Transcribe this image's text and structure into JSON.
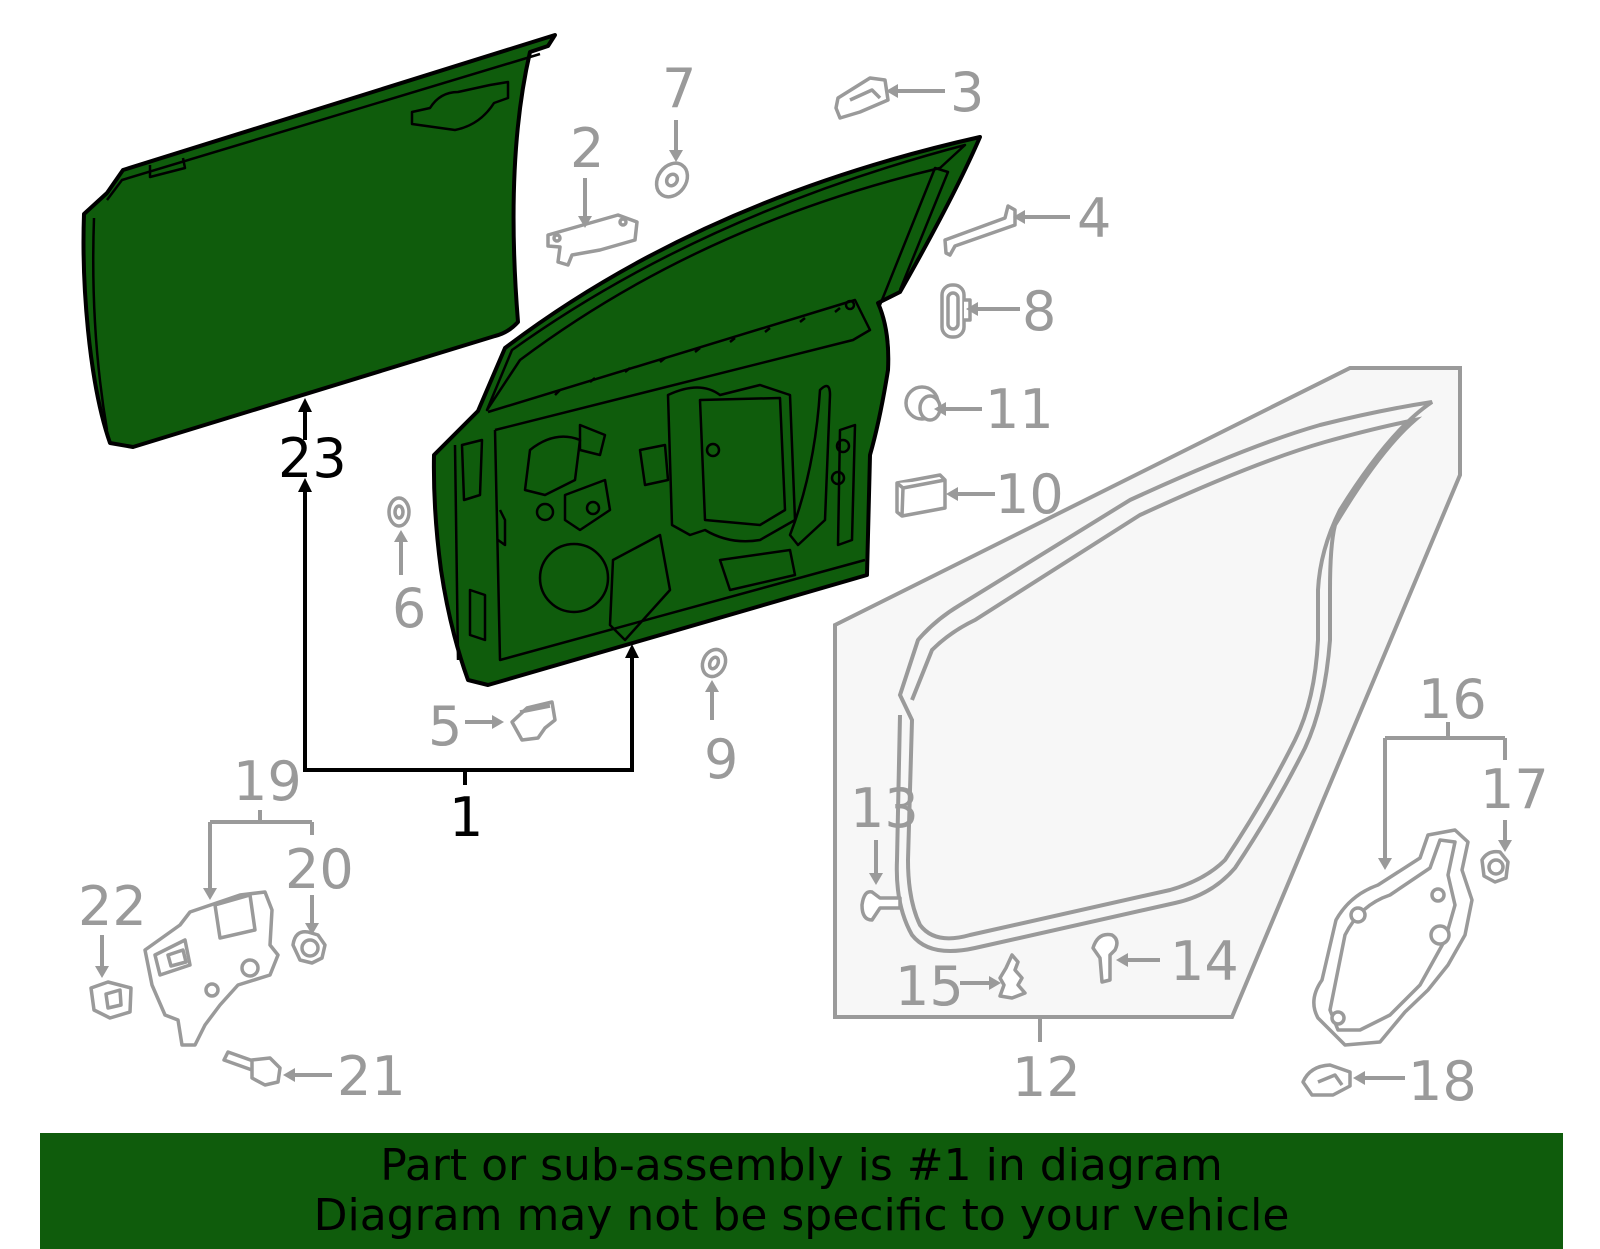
{
  "diagram": {
    "callouts": {
      "c1": "1",
      "c2": "2",
      "c3": "3",
      "c4": "4",
      "c5": "5",
      "c6": "6",
      "c7": "7",
      "c8": "8",
      "c9": "9",
      "c10": "10",
      "c11": "11",
      "c12": "12",
      "c13": "13",
      "c14": "14",
      "c15": "15",
      "c16": "16",
      "c17": "17",
      "c18": "18",
      "c19": "19",
      "c20": "20",
      "c21": "21",
      "c22": "22",
      "c23": "23"
    },
    "highlight_color": "#0f5c0c",
    "part_color": "#9a9a9a"
  },
  "footer": {
    "line1": "Part or sub-assembly is #1 in diagram",
    "line2": "Diagram may not be specific to your vehicle"
  }
}
